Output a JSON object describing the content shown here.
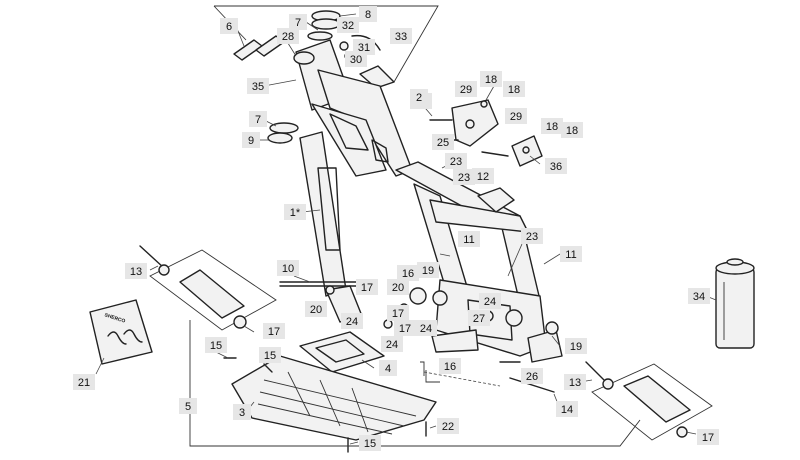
{
  "colors": {
    "line": "#222222",
    "callout_bg": "#e6e6e6",
    "paper": "#ffffff"
  },
  "decal": {
    "brand_text": "SHERCO"
  },
  "callouts": [
    {
      "label": "6"
    },
    {
      "label": "7"
    },
    {
      "label": "8"
    },
    {
      "label": "32"
    },
    {
      "label": "28"
    },
    {
      "label": "31"
    },
    {
      "label": "33"
    },
    {
      "label": "30"
    },
    {
      "label": "35"
    },
    {
      "label": "7"
    },
    {
      "label": "9"
    },
    {
      "label": "25"
    },
    {
      "label": "2"
    },
    {
      "label": "29"
    },
    {
      "label": "18"
    },
    {
      "label": "18"
    },
    {
      "label": "29"
    },
    {
      "label": "25"
    },
    {
      "label": "18"
    },
    {
      "label": "18"
    },
    {
      "label": "36"
    },
    {
      "label": "23"
    },
    {
      "label": "23"
    },
    {
      "label": "12"
    },
    {
      "label": "1*"
    },
    {
      "label": "11"
    },
    {
      "label": "23"
    },
    {
      "label": "11"
    },
    {
      "label": "13"
    },
    {
      "label": "10"
    },
    {
      "label": "16"
    },
    {
      "label": "19"
    },
    {
      "label": "34"
    },
    {
      "label": "17"
    },
    {
      "label": "20"
    },
    {
      "label": "20"
    },
    {
      "label": "24"
    },
    {
      "label": "24"
    },
    {
      "label": "17"
    },
    {
      "label": "17"
    },
    {
      "label": "17"
    },
    {
      "label": "24"
    },
    {
      "label": "27"
    },
    {
      "label": "24"
    },
    {
      "label": "15"
    },
    {
      "label": "15"
    },
    {
      "label": "4"
    },
    {
      "label": "16"
    },
    {
      "label": "19"
    },
    {
      "label": "26"
    },
    {
      "label": "13"
    },
    {
      "label": "21"
    },
    {
      "label": "5"
    },
    {
      "label": "3"
    },
    {
      "label": "14"
    },
    {
      "label": "22"
    },
    {
      "label": "15"
    },
    {
      "label": "17"
    }
  ]
}
